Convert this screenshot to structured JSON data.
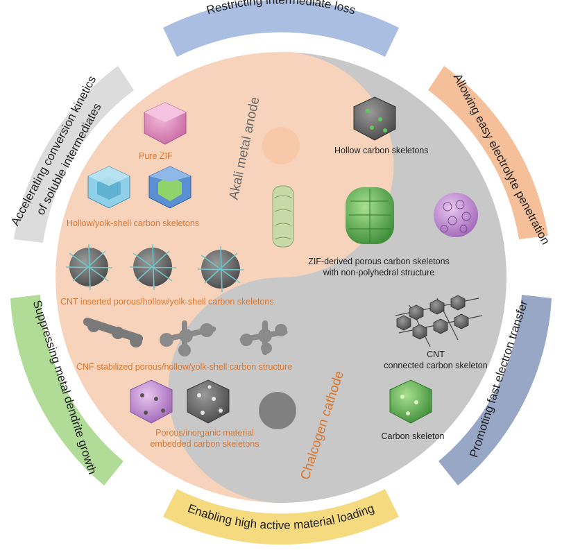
{
  "outer_bands": {
    "top": {
      "label": "Restricting intermediate loss",
      "color": "#9bb3d9"
    },
    "top_right": {
      "label": "Allowing easy electrolyte penetration",
      "color": "#f2b48c"
    },
    "right": {
      "label": "Promoting fast electron transfer",
      "color": "#8d9cbc"
    },
    "bottom": {
      "label": "Enabling high active material loading",
      "color": "#f4d36e"
    },
    "left": {
      "label": "Suppressing metal dendrite growth",
      "color": "#a6d58b"
    },
    "top_left": {
      "label": "Accelerating conversion kinetics of soluble intermediates",
      "line1": "Accelerating conversion kinetics",
      "line2": "of soluble intermediates",
      "color": "#d9d9d9"
    }
  },
  "halves": {
    "anode": {
      "title": "Akali metal anode",
      "color": "#c9c9c9"
    },
    "cathode": {
      "title": "Chalcogen cathode",
      "color": "#f7cfb5"
    }
  },
  "cathode_items": {
    "pure_zif": "Pure ZIF",
    "hollow_yolk": "Hollow/yolk-shell carbon skeletons",
    "cnt_inserted": "CNT inserted porous/hollow/yolk-shell carbon skeletons",
    "cnf_stabilized": "CNF stabilized porous/hollow/yolk-shell carbon structure",
    "porous_inorganic_line1": "Porous/inorganic material",
    "porous_inorganic_line2": "embedded carbon skeletons"
  },
  "anode_items": {
    "hollow_carbon": "Hollow carbon skeletons",
    "zif_derived_line1": "ZIF-derived porous carbon skeletons",
    "zif_derived_line2": "with non-polyhedral structure",
    "cnt_line1": "CNT",
    "cnt_line2": "connected carbon skeleton",
    "carbon_skeleton": "Carbon skeleton"
  },
  "colors": {
    "orange_text": "#d9772f",
    "pink_zif": "#e58fc1",
    "light_blue": "#8fd0e8",
    "green": "#79c86a",
    "grey_dark": "#6e6e6e",
    "purple": "#c79bd8",
    "lime": "#b8d48a"
  }
}
